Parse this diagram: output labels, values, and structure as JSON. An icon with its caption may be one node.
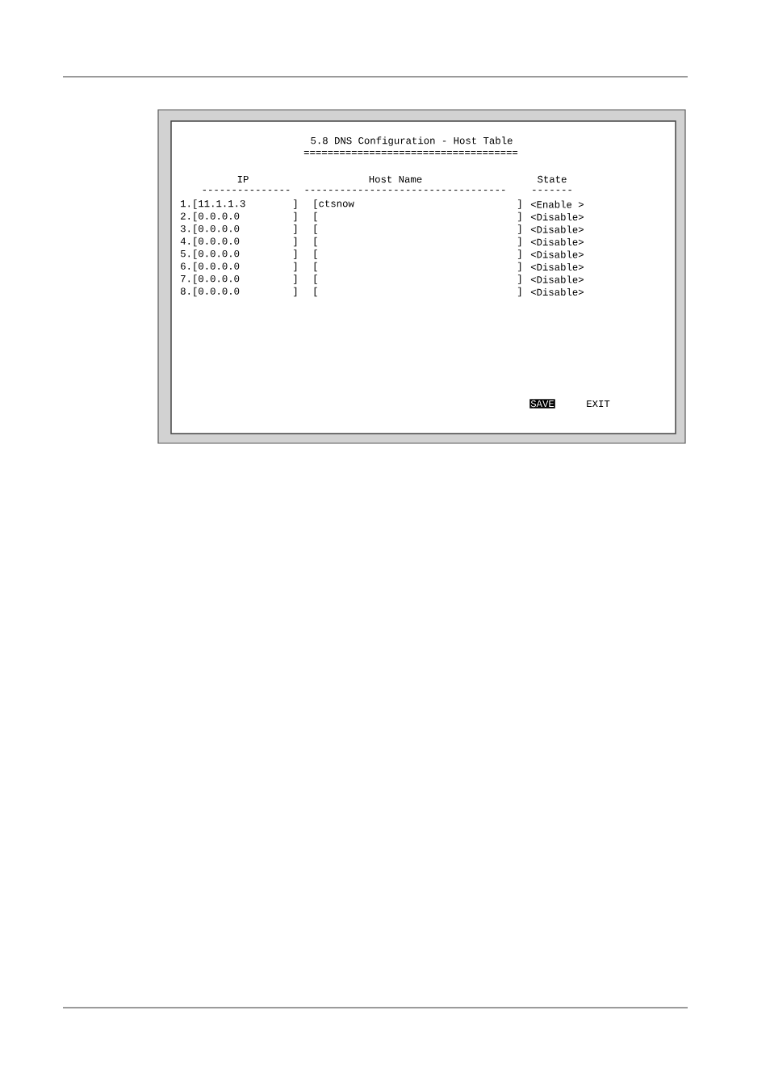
{
  "diagram": {
    "title": "5.8 DNS Configuration - Host Table",
    "labels": [
      "====================================",
      "IP",
      "Host Name",
      "State",
      "---------------",
      "----------------------------------",
      "-------",
      "1.[11.1.1.3",
      "]",
      "[ctsnow",
      "]",
      "<Enable >",
      "2.[0.0.0.0",
      "]",
      "[",
      "]",
      "<Disable>",
      "3.[0.0.0.0",
      "]",
      "[",
      "]",
      "<Disable>",
      "4.[0.0.0.0",
      "]",
      "[",
      "]",
      "<Disable>",
      "5.[0.0.0.0",
      "]",
      "[",
      "]",
      "<Disable>",
      "6.[0.0.0.0",
      "]",
      "[",
      "]",
      "<Disable>",
      "7.[0.0.0.0",
      "]",
      "[",
      "]",
      "<Disable>",
      "8.[0.0.0.0",
      "]",
      "[",
      "]",
      "<Disable>",
      "SAVE",
      "EXIT"
    ]
  }
}
